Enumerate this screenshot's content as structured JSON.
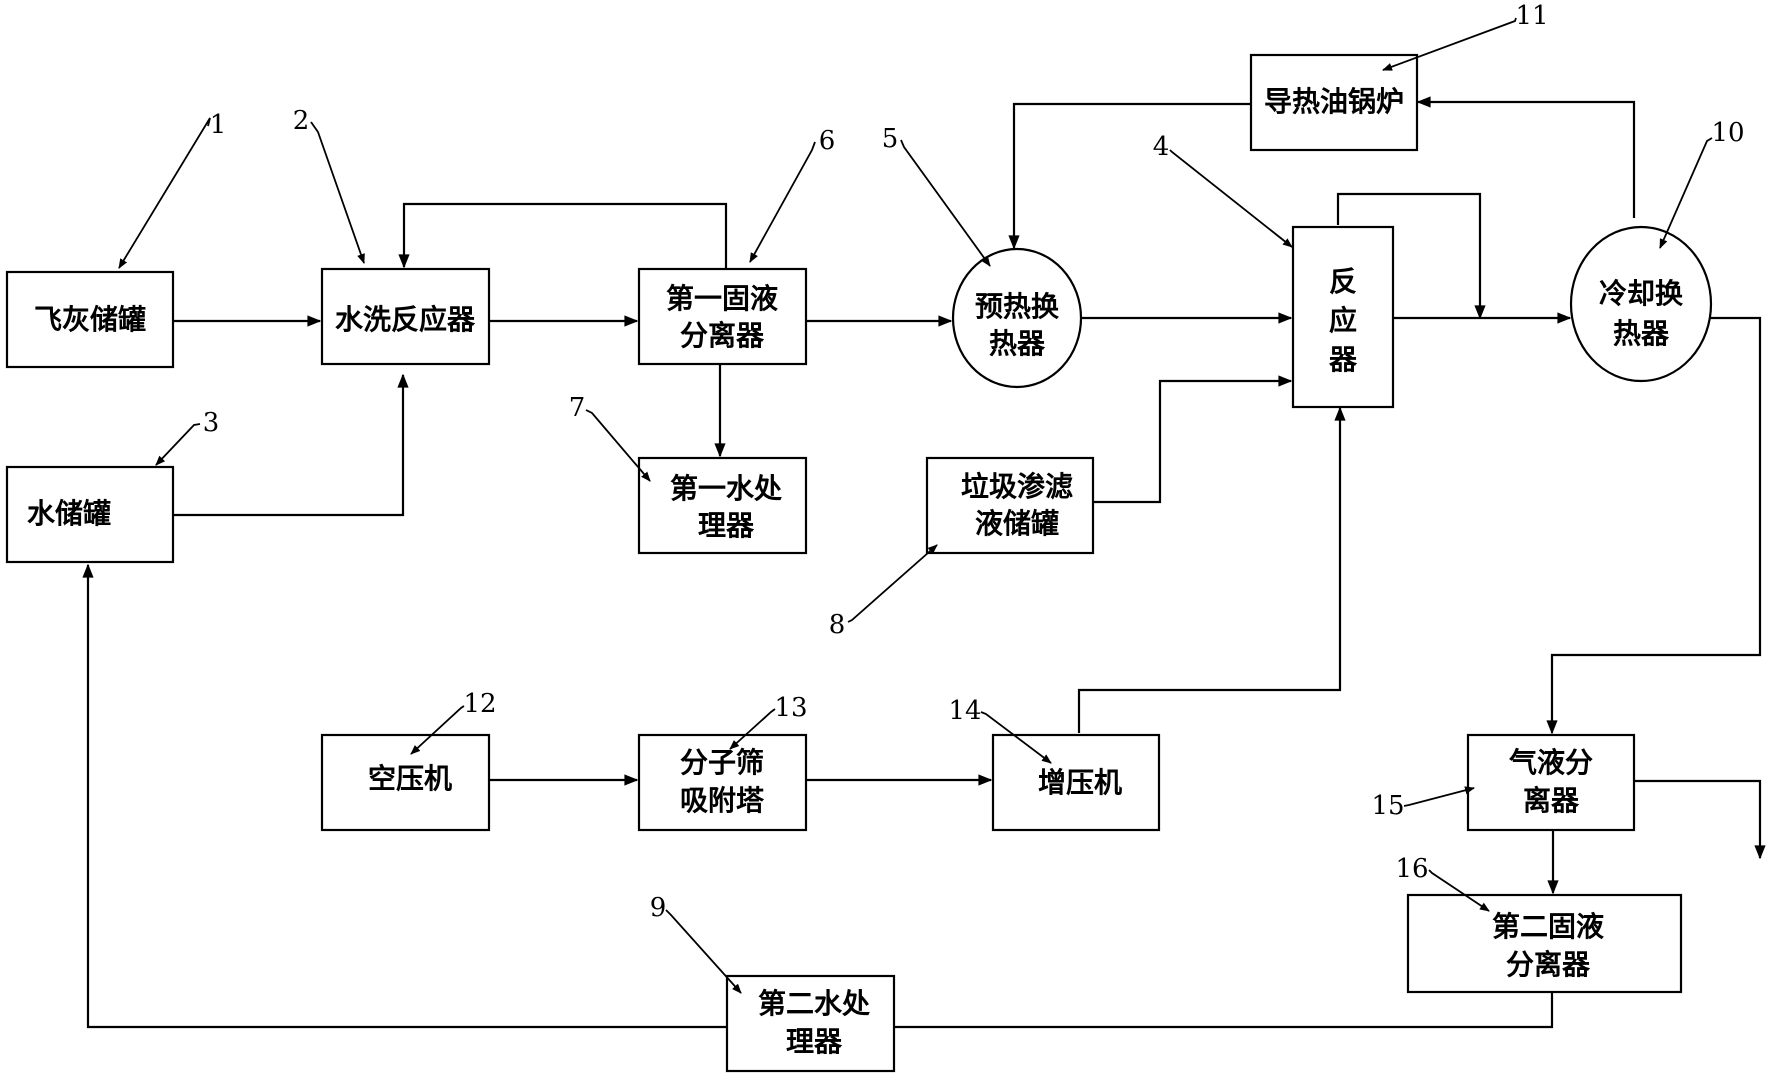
{
  "nodes": {
    "fly_ash_tank": {
      "id": "1",
      "lines": [
        "飞灰储罐"
      ]
    },
    "wash_reactor": {
      "id": "2",
      "lines": [
        "水洗反应器"
      ]
    },
    "water_tank": {
      "id": "3",
      "lines": [
        "水储罐"
      ]
    },
    "reactor": {
      "id": "4",
      "lines": [
        "反",
        "应",
        "器"
      ]
    },
    "preheat_exchanger": {
      "id": "5",
      "lines": [
        "预热换",
        "热器"
      ]
    },
    "first_sl_separator": {
      "id": "6",
      "lines": [
        "第一固液",
        "分离器"
      ]
    },
    "first_water_treatment": {
      "id": "7",
      "lines": [
        "第一水处",
        "理器"
      ]
    },
    "leachate_tank": {
      "id": "8",
      "lines": [
        "垃圾渗滤",
        "液储罐"
      ]
    },
    "second_water_treatment": {
      "id": "9",
      "lines": [
        "第二水处",
        "理器"
      ]
    },
    "cooling_exchanger": {
      "id": "10",
      "lines": [
        "冷却换",
        "热器"
      ]
    },
    "oil_boiler": {
      "id": "11",
      "lines": [
        "导热油锅炉"
      ]
    },
    "air_compressor": {
      "id": "12",
      "lines": [
        "空压机"
      ]
    },
    "sieve_tower": {
      "id": "13",
      "lines": [
        "分子筛",
        "吸附塔"
      ]
    },
    "booster": {
      "id": "14",
      "lines": [
        "增压机"
      ]
    },
    "gl_separator": {
      "id": "15",
      "lines": [
        "气液分",
        "离器"
      ]
    },
    "second_sl_separator": {
      "id": "16",
      "lines": [
        "第二固液",
        "分离器"
      ]
    }
  }
}
